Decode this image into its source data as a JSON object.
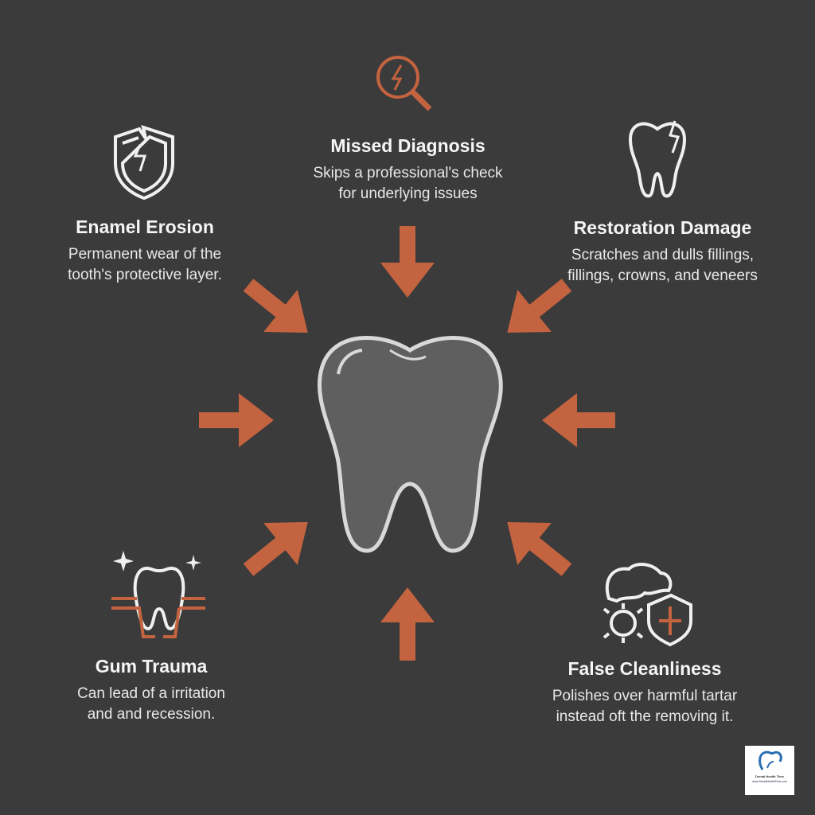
{
  "colors": {
    "background": "#3b3b3b",
    "accent": "#c4633f",
    "line": "#f0f0f0"
  },
  "items": [
    {
      "title": "Missed Diagnosis",
      "desc": [
        "Skips a professional's check",
        "for underlying issues"
      ],
      "icon": "magnifier-lightning-icon"
    },
    {
      "title": "Enamel Erosion",
      "desc": [
        "Permanent wear of the",
        "tooth's protective layer."
      ],
      "icon": "cracked-shield-icon"
    },
    {
      "title": "Restoration Damage",
      "desc": [
        "Scratches and dulls fillings,",
        "fillings, crowns, and veneers"
      ],
      "icon": "cracked-tooth-icon"
    },
    {
      "title": "Gum Trauma",
      "desc": [
        "Can lead of a irritation",
        "and and recession."
      ],
      "icon": "tooth-gum-icon"
    },
    {
      "title": "False Cleanliness",
      "desc": [
        "Polishes over harmful tartar",
        "instead oft the removing it."
      ],
      "icon": "tooth-bacteria-shield-icon"
    }
  ],
  "logo": {
    "name": "Dental Health Time",
    "url": "www.DentalHealthTime.com"
  }
}
